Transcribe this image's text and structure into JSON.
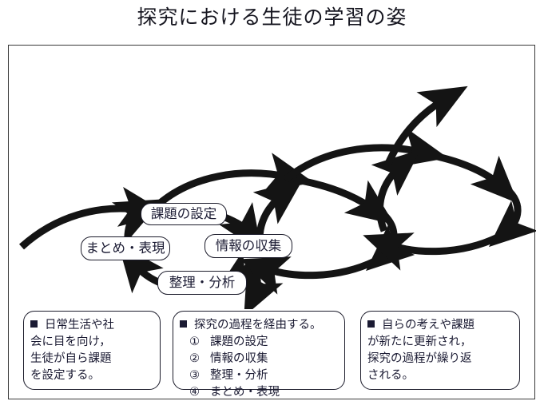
{
  "title": "探究における生徒の学習の姿",
  "colors": {
    "ink": "#1b1b33",
    "frame": "#3a3a3a",
    "arrow": "#141414",
    "background": "#ffffff"
  },
  "diagram": {
    "type": "spiral-inquiry-cycle",
    "cycle_labels": [
      {
        "id": "kadai",
        "text": "課題の設定"
      },
      {
        "id": "joho",
        "text": "情報の収集"
      },
      {
        "id": "seiri",
        "text": "整理・分析"
      },
      {
        "id": "matome",
        "text": "まとめ・表現"
      }
    ],
    "loop_count": 3,
    "direction": "clockwise-ascending"
  },
  "notes": [
    {
      "id": "note-1",
      "head": "日常生活や社",
      "body": "会に目を向け，\n生徒が自ら課題\nを設定する。"
    },
    {
      "id": "note-2",
      "head": "探究の過程を経由する。",
      "items": [
        {
          "mark": "①",
          "text": "課題の設定"
        },
        {
          "mark": "②",
          "text": "情報の収集"
        },
        {
          "mark": "③",
          "text": "整理・分析"
        },
        {
          "mark": "④",
          "text": "まとめ・表現"
        }
      ]
    },
    {
      "id": "note-3",
      "head": "自らの考えや課題",
      "body": "が新たに更新され，\n探究の過程が繰り返\nされる。"
    }
  ]
}
